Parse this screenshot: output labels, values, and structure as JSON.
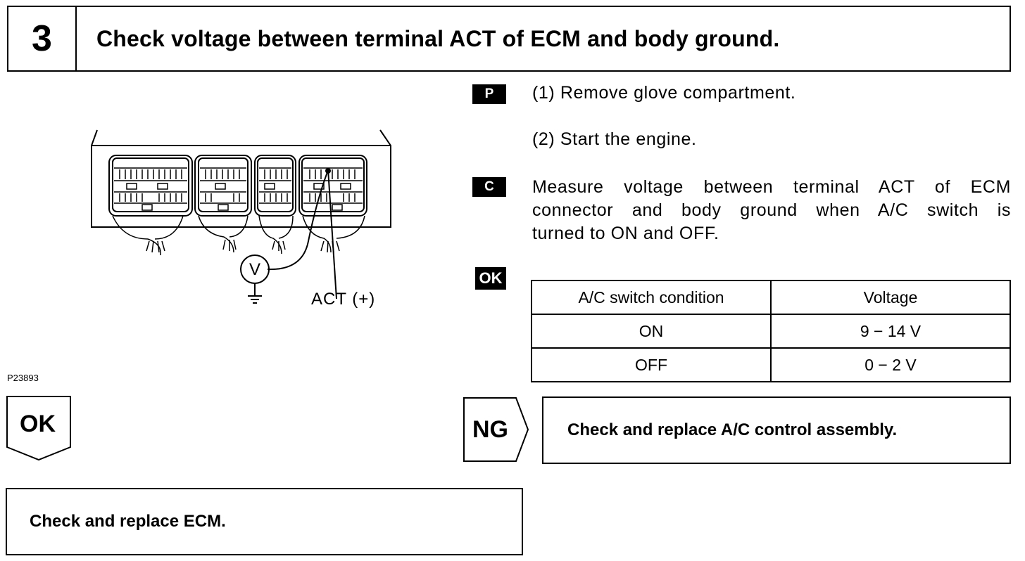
{
  "header": {
    "step_number": "3",
    "title": "Check voltage between terminal ACT of ECM and body ground."
  },
  "figure": {
    "probe_label": "ACT (+)",
    "meter_symbol": "V",
    "figure_code": "P23893"
  },
  "steps": [
    {
      "tag": "P",
      "text": "(1) Remove glove compartment."
    },
    {
      "tag": "",
      "text": "(2) Start the engine."
    },
    {
      "tag": "C",
      "text_lines": [
        "Measure voltage between terminal ACT of ECM",
        "connector and body ground when A/C switch is",
        "turned to ON and OFF."
      ]
    }
  ],
  "ok_tag": "OK",
  "voltage_table": {
    "headers": [
      "A/C switch condition",
      "Voltage"
    ],
    "rows": [
      [
        "ON",
        "9 − 14 V"
      ],
      [
        "OFF",
        "0 − 2 V"
      ]
    ]
  },
  "ok_branch": {
    "label": "OK",
    "result": "Check and replace ECM."
  },
  "ng_branch": {
    "label": "NG",
    "result": "Check and replace A/C control assembly."
  }
}
